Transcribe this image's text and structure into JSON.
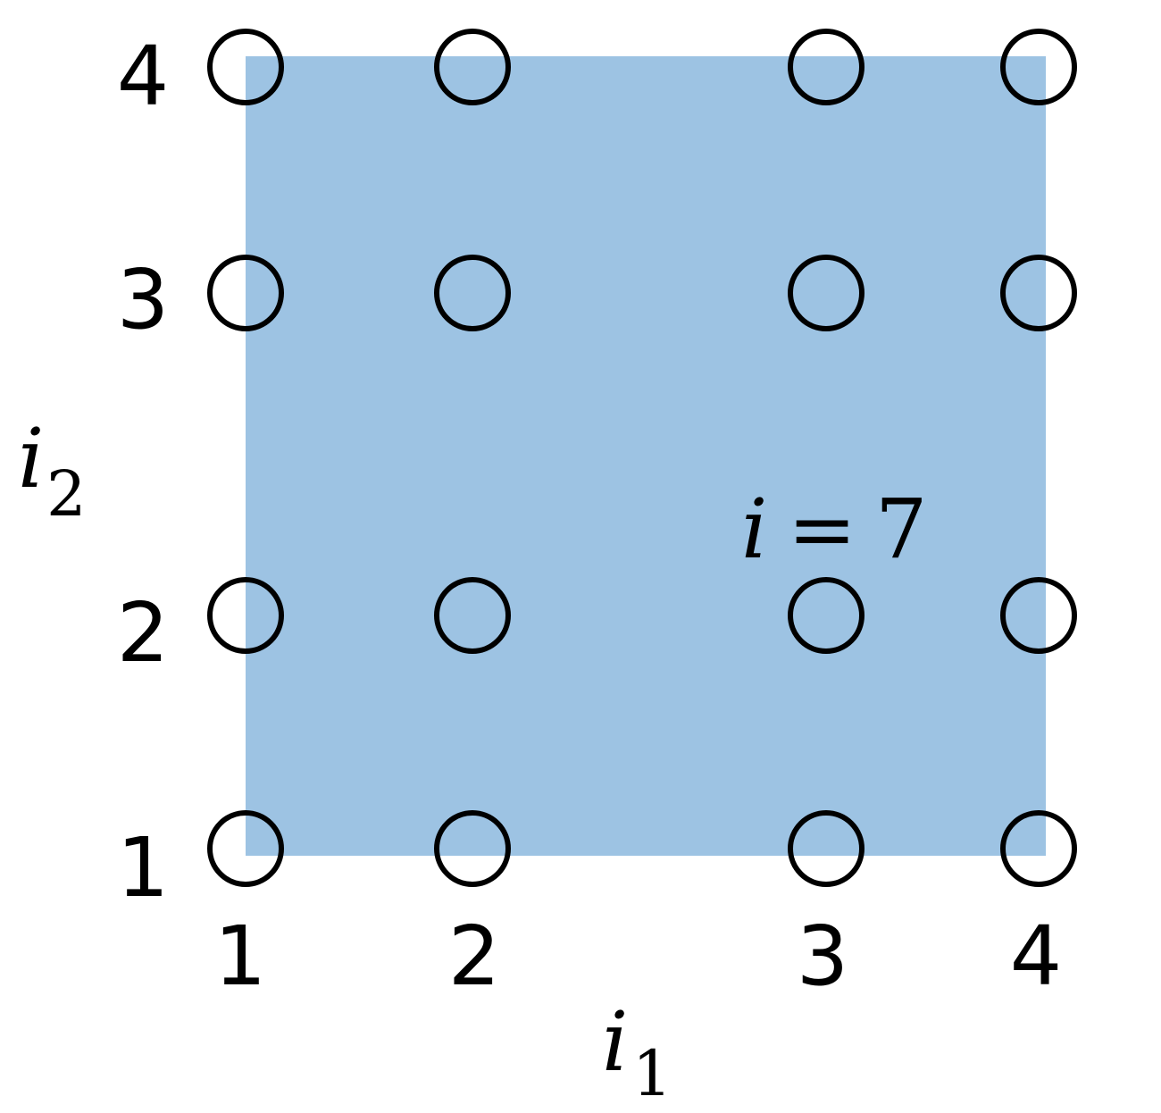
{
  "region": {
    "color": "#9dc3e3"
  },
  "grid": {
    "i1_values": [
      "1",
      "2",
      "3",
      "4"
    ],
    "i2_values": [
      "1",
      "2",
      "3",
      "4"
    ],
    "node_stroke": "#000000"
  },
  "axes": {
    "x": {
      "var": "i",
      "sub": "1"
    },
    "y": {
      "var": "i",
      "sub": "2"
    }
  },
  "annotation": {
    "var": "i",
    "op": "=",
    "value": "7",
    "value_color": "#ee2a24"
  }
}
